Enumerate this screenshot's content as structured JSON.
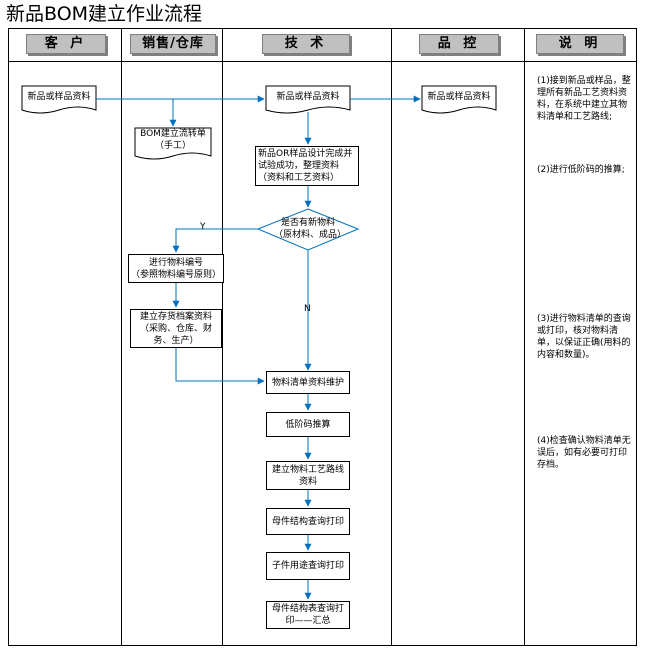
{
  "title": "新品BOM建立作业流程",
  "lanes": [
    "客 户",
    "销售/仓库",
    "技 术",
    "品 控",
    "说 明"
  ],
  "nodes": {
    "customer_doc": "新品或样品资料",
    "bom_transfer": "BOM建立流转单\n（手工）",
    "tech_doc": "新品或样品资料",
    "qc_doc": "新品或样品资料",
    "design_verify": "新品OR样品设计完成并试验成功，整理资料（资料和工艺资料）",
    "decision": "是否有新物料（原材料、成品）",
    "material_code": "进行物料编号\n（参照物料编号原则）",
    "inventory_file": "建立存货档案资料\n（采购、仓库、财务、生产）",
    "bom_maintain": "物料清单资料维护",
    "low_level": "低阶码推算",
    "routing": "建立物料工艺路线资料",
    "parent_query": "母件结构查询打印",
    "child_query": "子件用途查询打印",
    "parent_summary": "母件结构表查询打印——汇总"
  },
  "labels": {
    "yes": "Y",
    "no": "N"
  },
  "notes": [
    "(1)接到新品或样品，整理所有新品工艺资料资料，在系统中建立其物料清单和工艺路线;",
    "(2)进行低阶码的推算;",
    "(3)进行物料清单的查询或打印，核对物料清单，以保证正确(用料的内容和数量)。",
    "(4)检查确认物料清单无误后，如有必要可打印存档。"
  ],
  "colors": {
    "arrow": "#0070c0",
    "header": "#c0c0c0"
  }
}
